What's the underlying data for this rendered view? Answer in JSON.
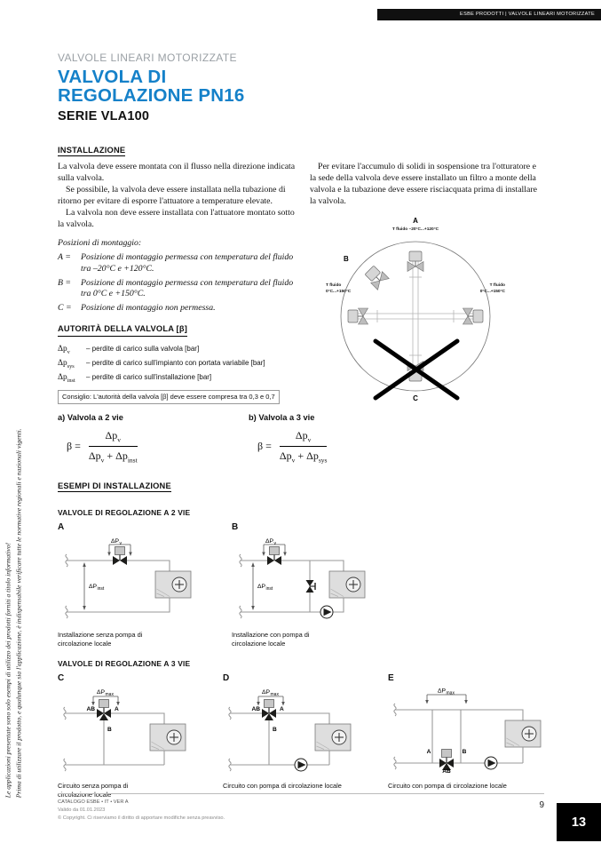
{
  "header": {
    "breadcrumb": "ESBE PRODOTTI | VALVOLE LINEARI MOTORIZZATE"
  },
  "side_note": {
    "line1": "Le applicazioni presentate sono solo esempi di utilizzo dei prodotti forniti a titolo informativo!",
    "line2": "Prima di utilizzare il prodotto, e qualunque sia l'applicazione, è indispensabile verificare tutte le normative regionali e nazionali vigenti."
  },
  "title": {
    "kicker": "VALVOLE LINEARI MOTORIZZATE",
    "line1": "VALVOLA DI",
    "line2": "REGOLAZIONE PN16",
    "series": "SERIE VLA100"
  },
  "installazione": {
    "heading": "INSTALLAZIONE",
    "p1": "La valvola deve essere montata con il flusso nella direzione indicata sulla valvola.",
    "p2": "Se possibile, la valvola deve essere installata nella tubazione di ritorno per evitare di esporre l'attuatore a temperature elevate.",
    "p3": "La valvola non deve essere installata con l'attuatore montato sotto la valvola.",
    "right_paragraph": "Per evitare l'accumulo di solidi in sospensione tra l'otturatore e la sede della valvola deve essere installato un filtro a monte della valvola e la tubazione deve essere risciacquata prima di installare la valvola.",
    "positions_title": "Posizioni di montaggio:",
    "positions": [
      {
        "key": "A =",
        "text": "Posizione di montaggio permessa con temperatura del fluido tra –20°C e +120°C."
      },
      {
        "key": "B =",
        "text": "Posizione di montaggio permessa con temperatura del fluido tra 0°C e +150°C."
      },
      {
        "key": "C =",
        "text": "Posizione di montaggio non permessa."
      }
    ]
  },
  "mounting": {
    "label_a": "A",
    "label_b": "B",
    "label_c": "C",
    "temp_top": "T fluido –20°C...+120°C",
    "temp_side_l1": "T fluido",
    "temp_side_l2": "0°C...+150°C"
  },
  "autorita": {
    "heading": "AUTORITÀ DELLA VALVOLA [β]",
    "defs": [
      {
        "base": "Δp",
        "sub": "v",
        "desc": "– perdite di carico sulla valvola [bar]"
      },
      {
        "base": "Δp",
        "sub": "sys",
        "desc": "– perdite di carico sull'impianto con portata variabile [bar]"
      },
      {
        "base": "Δp",
        "sub": "inst",
        "desc": "– perdite di carico sull'installazione [bar]"
      }
    ],
    "consiglio": "Consiglio: L'autorità della valvola [β] deve essere compresa tra 0,3 e 0,7",
    "a_label": "a) Valvola a 2 vie",
    "b_label": "b) Valvola a 3 vie",
    "beta": "β =",
    "dp": "Δp",
    "sub_v": "v",
    "plus": "+",
    "sub_inst": "inst",
    "sub_sys": "sys"
  },
  "esempi": {
    "heading": "ESEMPI DI INSTALLAZIONE",
    "two_way": {
      "heading": "VALVOLE DI REGOLAZIONE A 2 VIE",
      "diagrams": [
        {
          "label": "A",
          "dp": "ΔP",
          "dp_sub": "v",
          "dim": "ΔP",
          "dim_sub": "inst",
          "caption": "Installazione senza pompa di circolazione locale"
        },
        {
          "label": "B",
          "dp": "ΔP",
          "dp_sub": "v",
          "dim": "ΔP",
          "dim_sub": "inst",
          "caption": "Installazione con pompa di circolazione locale"
        }
      ]
    },
    "three_way": {
      "heading": "VALVOLE DI REGOLAZIONE A 3 VIE",
      "diagrams": [
        {
          "label": "C",
          "dp": "ΔP",
          "dp_sub": "max",
          "port_ab": "AB",
          "port_a": "A",
          "port_b": "B",
          "caption": "Circuito senza pompa di circolazione locale"
        },
        {
          "label": "D",
          "dp": "ΔP",
          "dp_sub": "max",
          "port_ab": "AB",
          "port_a": "A",
          "port_b": "B",
          "caption": "Circuito con pompa di circolazione locale"
        },
        {
          "label": "E",
          "dp": "ΔP",
          "dp_sub": "max",
          "port_ab": "AB",
          "port_a": "A",
          "port_b": "B",
          "caption": "Circuito con pompa di circolazione locale"
        }
      ]
    }
  },
  "footer": {
    "line1": "CATALOGO ESBE • IT • VER A",
    "line2": "Valido da 01.01.2023",
    "line3": "© Copyright. Ci riserviamo il diritto di apportare modifiche senza preavviso.",
    "page_number": "9",
    "tab_number": "13"
  },
  "colors": {
    "accent_blue": "#1581c9",
    "header_black": "#101010"
  }
}
